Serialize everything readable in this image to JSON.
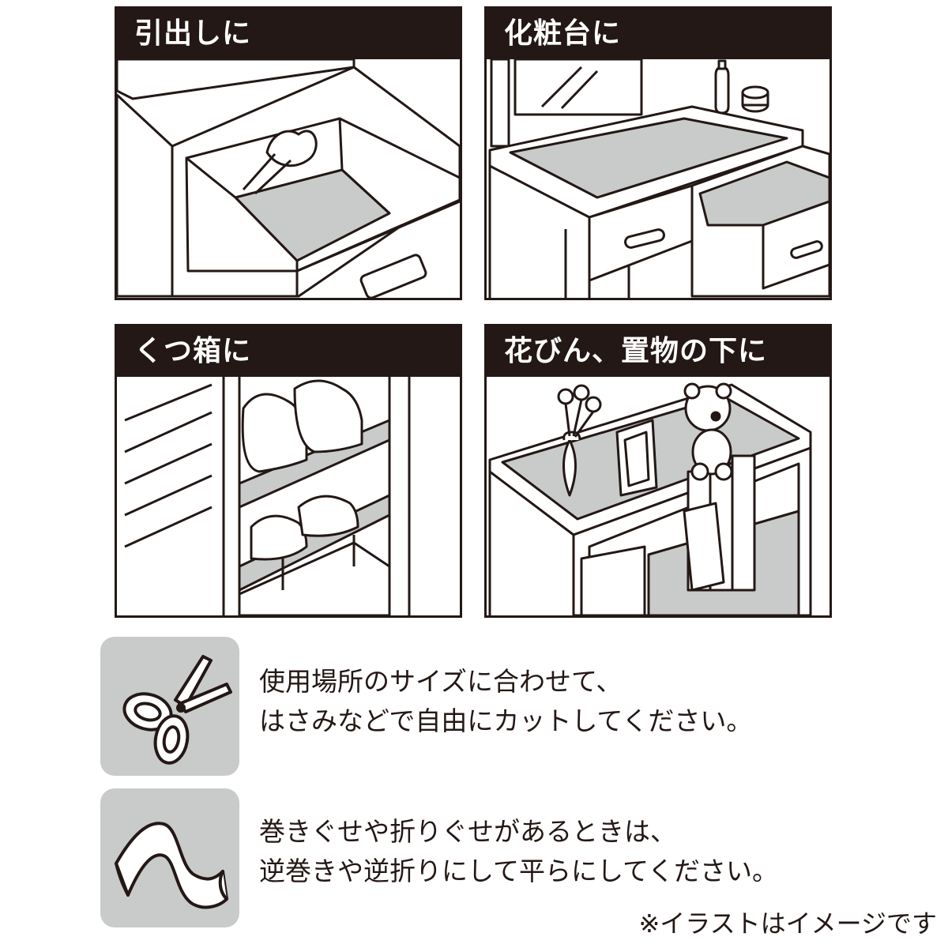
{
  "panels": {
    "drawer": {
      "label": "引出しに"
    },
    "vanity": {
      "label": "化粧台に"
    },
    "shoe_box": {
      "label": "くつ箱に"
    },
    "shelf": {
      "label": "花びん、置物の下に"
    }
  },
  "tips": {
    "cut": {
      "icon": "scissors-icon",
      "line1": "使用場所のサイズに合わせて、",
      "line2": "はさみなどで自由にカットしてください。"
    },
    "flatten": {
      "icon": "curled-sheet-icon",
      "line1": "巻きぐせや折りぐせがあるときは、",
      "line2": "逆巻きや逆折りにして平らにしてください。"
    }
  },
  "footnote": "※イラストはイメージです",
  "colors": {
    "ink": "#231815",
    "mat": "#c9caca",
    "paper": "#ffffff"
  }
}
